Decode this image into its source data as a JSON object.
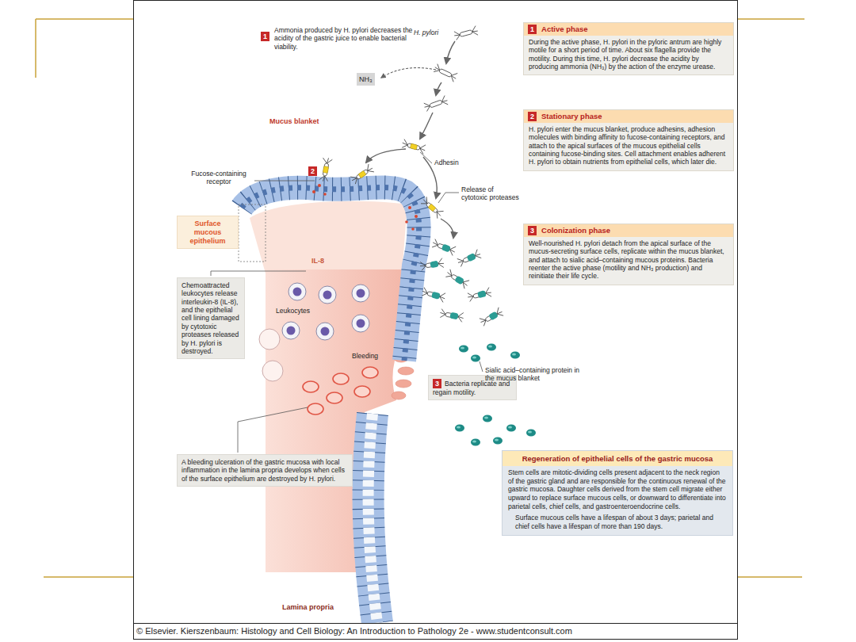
{
  "diagram": {
    "caption": "© Elsevier. Kierszenbaum: Histology and Cell Biology: An Introduction to Pathology 2e - www.studentconsult.com",
    "nodes": [
      {
        "text": [
          "1",
          "Active phase",
          "During the active phase, H. pylori in the pyloric antrum are highly motile for a short period of time. About six flagella provide the motility. During this time, H. pylori decrease the acidity by producing ammonia (NH₃) by the action of the enzyme urease."
        ]
      },
      {
        "text": [
          "NH₃"
        ]
      },
      {
        "text": [
          "2",
          "Stationary  phase",
          "H. pylori enter the mucus blanket, produce adhesins, adhesion molecules with binding affinity to fucose-containing receptors, and attach to the apical surfaces of the mucous epithelial cells containing fucose-binding sites. Cell attachment enables adherent H. pylori to obtain nutrients from epithelial cells, which later die."
        ]
      },
      {
        "text": [
          "Surface mucous epithelium"
        ]
      },
      {
        "text": [
          "3",
          "Colonization  phase",
          "Well-nourished H. pylori detach from the apical surface of the mucus-secreting surface cells, replicate within the mucus blanket, and attach to sialic acid–containing mucous proteins. Bacteria reenter the active phase (motility and NH₃ production) and reinitiate their life cycle."
        ]
      },
      {
        "text": [
          "Chemoattracted leukocytes release interleukin-8 (IL-8), and the epithelial cell lining damaged by cytotoxic proteases released by H. pylori is destroyed."
        ]
      },
      {
        "text": [
          "3",
          "Bacteria replicate and regain motility."
        ]
      },
      {
        "text": [
          "A bleeding  ulceration of the gastric mucosa with local inflammation in the lamina propria develops when cells of the surface epithelium are destroyed by H. pylori."
        ]
      },
      {
        "text": [
          "Regeneration of epithelial cells of the gastric mucosa",
          "Stem cells are mitotic-dividing cells present adjacent to the neck region of the gastric gland and are responsible for the continuous renewal of the gastric mucosa. Daughter cells derived from the stem cell migrate either upward to replace surface mucous cells, or downward to differentiate into parietal cells, chief cells, and gastroenteroendocrine cells.",
          "Surface mucous cells have a lifespan of about 3 days; parietal and chief cells have a lifespan of more than 190 days."
        ]
      }
    ],
    "labels": [
      "1",
      "Ammonia produced by H. pylori decreases the acidity of the gastric juice to enable bacterial viability.",
      "H. pylori",
      "Mucus blanket",
      "Adhesin",
      "Fucose-containing receptor",
      "2",
      "Release of cytotoxic proteases",
      "IL-8",
      "Leukocytes",
      "Bleeding",
      "Sialic acid–containing protein in the mucus blanket",
      "Lamina propria"
    ]
  }
}
